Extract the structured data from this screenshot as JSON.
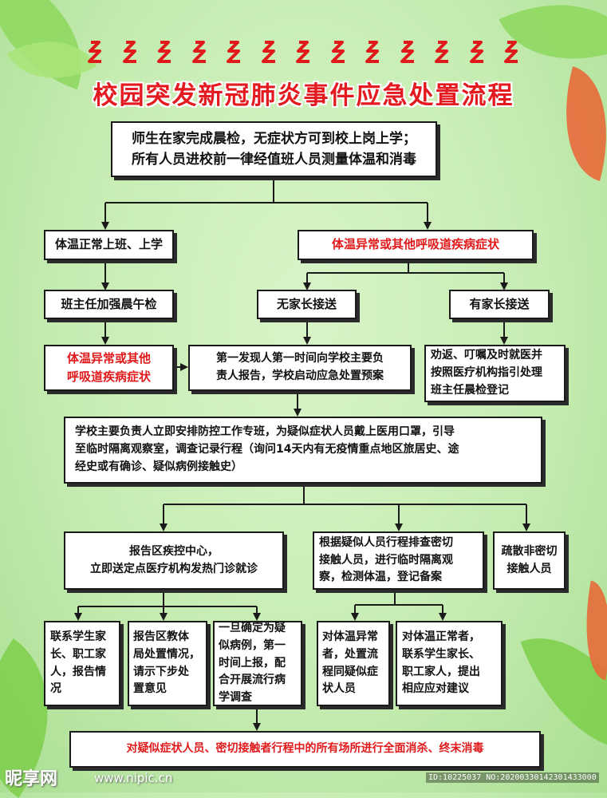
{
  "title": "校园突发新冠肺炎事件应急处置流程",
  "colors": {
    "accent_red": "#e0191b",
    "background": "#c6ecb2",
    "leaf": "#7fcf4f"
  },
  "decoration": {
    "count": 13,
    "icon": "red-squiggle-icon"
  },
  "nodes": {
    "start": [
      "师生在家完成晨检，无症状方可到校上岗上学；",
      "所有人员进校前一律经值班人员测量体温和消毒"
    ],
    "normal_temp": "体温正常上班、上学",
    "abnormal_temp": "体温异常或其他呼吸道疾病症状",
    "teacher_check": "班主任加强晨午检",
    "no_parent": "无家长接送",
    "with_parent": "有家长接送",
    "abnormal_temp2": [
      "体温异常或其他",
      "呼吸道疾病症状"
    ],
    "first_discoverer": [
      "第一发现人第一时间向学校主要负",
      "责人报告，学校启动应急处置预案"
    ],
    "parent_advice": [
      "劝返、叮嘱及时就医并",
      "按照医疗机构指引处理",
      "班主任晨检登记"
    ],
    "principal": [
      "学校主要负责人立即安排防控工作专班，为疑似症状人员戴上医用口罩，引导",
      "至临时隔离观察室，调查记录行程（询问14天内有无疫情重点地区旅居史、途",
      "经史或有确诊、疑似病例接触史）"
    ],
    "report_cdc": [
      "报告区疾控中心，",
      "立即送定点医疗机构发热门诊就诊"
    ],
    "trace_contacts": [
      "根据疑似人员行程排查密切",
      "接触人员，进行临时隔离观",
      "察，检测体温，登记备案"
    ],
    "evacuate": [
      "疏散非密切",
      "接触人员"
    ],
    "contact_family": [
      "联系学生家",
      "长、职工家",
      "人，报告情",
      "况"
    ],
    "report_bureau": [
      "报告区教体",
      "局处置情况，",
      "请示下步处",
      "置意见"
    ],
    "confirmed": [
      "一旦确定为疑",
      "似病例，第一",
      "时间上报，配",
      "合开展流行病",
      "学调查"
    ],
    "abnormal_contacts": [
      "对体温异常",
      "者，处置流",
      "程同疑似症",
      "状人员"
    ],
    "normal_contacts": [
      "对体温正常者，",
      "联系学生家长、",
      "职工家人，提出",
      "相应应对建议"
    ],
    "final": "对疑似症状人员、密切接触者行程中的所有场所进行全面消杀、终末消毒"
  },
  "watermark": {
    "logo": "昵享网",
    "url": "www.nipic.cn",
    "id": "ID:10225037 NO:20200330142301433000"
  }
}
